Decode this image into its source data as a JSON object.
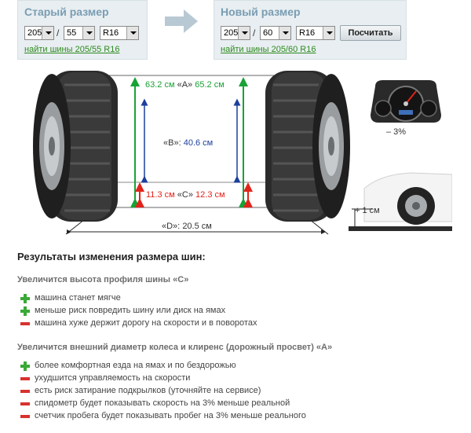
{
  "old_size": {
    "title": "Старый размер",
    "width": "205",
    "profile": "55",
    "rim": "R16",
    "link": "найти шины 205/55 R16"
  },
  "new_size": {
    "title": "Новый размер",
    "width": "205",
    "profile": "60",
    "rim": "R16",
    "link": "найти шины 205/60 R16",
    "button": "Посчитать"
  },
  "diagram": {
    "a_old": "63.2 см",
    "a_label": "«A»",
    "a_new": "65.2 см",
    "b_label": "«B»:",
    "b_value": "40.6 см",
    "c_old": "11.3 см",
    "c_label": "«C»",
    "c_new": "12.3 см",
    "d_label": "«D»:",
    "d_value": "20.5 см",
    "speed_change": "– 3%",
    "clearance_change": "+ 1 см"
  },
  "results": {
    "title": "Результаты изменения размера шин:",
    "sections": [
      {
        "title": "Увеличится высота профиля шины «С»",
        "items": [
          {
            "sign": "plus",
            "text": "машина станет мягче"
          },
          {
            "sign": "plus",
            "text": "меньше риск повредить шину или диск на ямах"
          },
          {
            "sign": "minus",
            "text": "машина хуже держит дорогу на скорости и в поворотах"
          }
        ]
      },
      {
        "title": "Увеличится внешний диаметр колеса и клиренс (дорожный просвет) «А»",
        "items": [
          {
            "sign": "plus",
            "text": "более комфортная езда на ямах и по бездорожью"
          },
          {
            "sign": "minus",
            "text": "ухудшится управляемость на скорости"
          },
          {
            "sign": "minus",
            "text": "есть риск затирание подкрылков (уточняйте на сервисе)"
          },
          {
            "sign": "minus",
            "text": "спидометр будет показывать скорость на 3% меньше реальной"
          },
          {
            "sign": "minus",
            "text": "счетчик пробега будет показывать пробег на 3% меньше реального"
          }
        ]
      }
    ]
  },
  "colors": {
    "panel_bg": "#e8eef1",
    "title_blue": "#7a9db3",
    "green": "#18a236",
    "red": "#e2231a",
    "blue": "#1c3f9b"
  }
}
